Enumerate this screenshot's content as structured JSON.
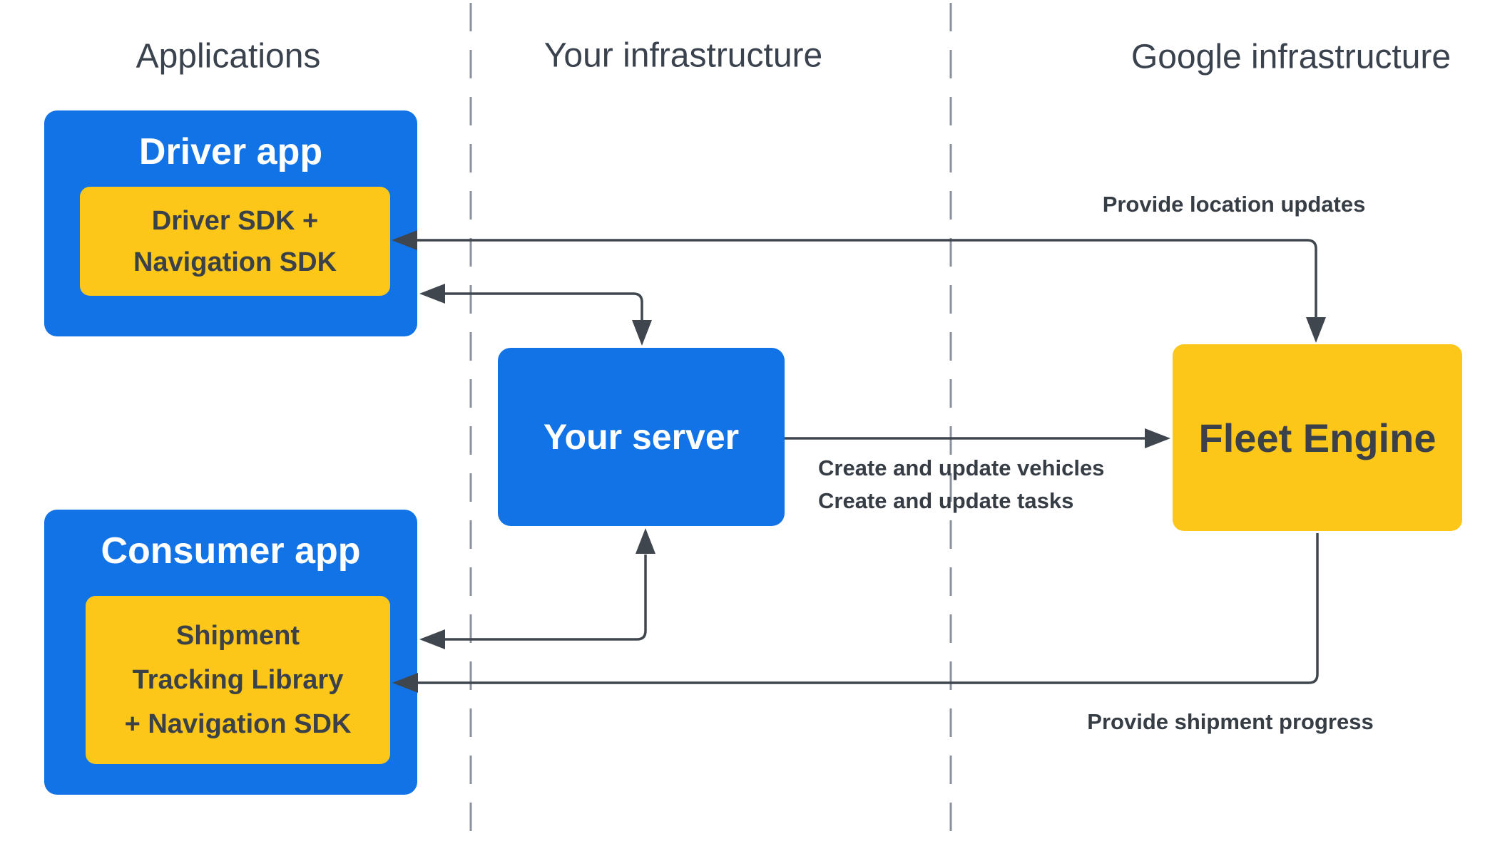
{
  "columns": [
    {
      "label": "Applications"
    },
    {
      "label": "Your infrastructure"
    },
    {
      "label": "Google infrastructure"
    }
  ],
  "nodes": {
    "driver_app": {
      "title": "Driver app",
      "sdk": "Driver SDK +\nNavigation SDK"
    },
    "consumer_app": {
      "title": "Consumer app",
      "sdk": "Shipment\nTracking Library\n+ Navigation SDK"
    },
    "your_server": {
      "title": "Your server"
    },
    "fleet_engine": {
      "title": "Fleet Engine"
    }
  },
  "edges": {
    "location_updates": {
      "label": "Provide location updates"
    },
    "create_update": {
      "label": "Create and update vehicles\nCreate and update tasks"
    },
    "shipment_progress": {
      "label": "Provide shipment progress"
    }
  },
  "colors": {
    "node_blue": "#1273e6",
    "node_yellow": "#fcc718",
    "dark_text": "#3a4148",
    "header_text": "#3a424e",
    "label_text": "#363d44",
    "arrow": "#3f464d",
    "divider": "#8b929e",
    "box_title_text": "#ffffff",
    "background": "#ffffff"
  }
}
